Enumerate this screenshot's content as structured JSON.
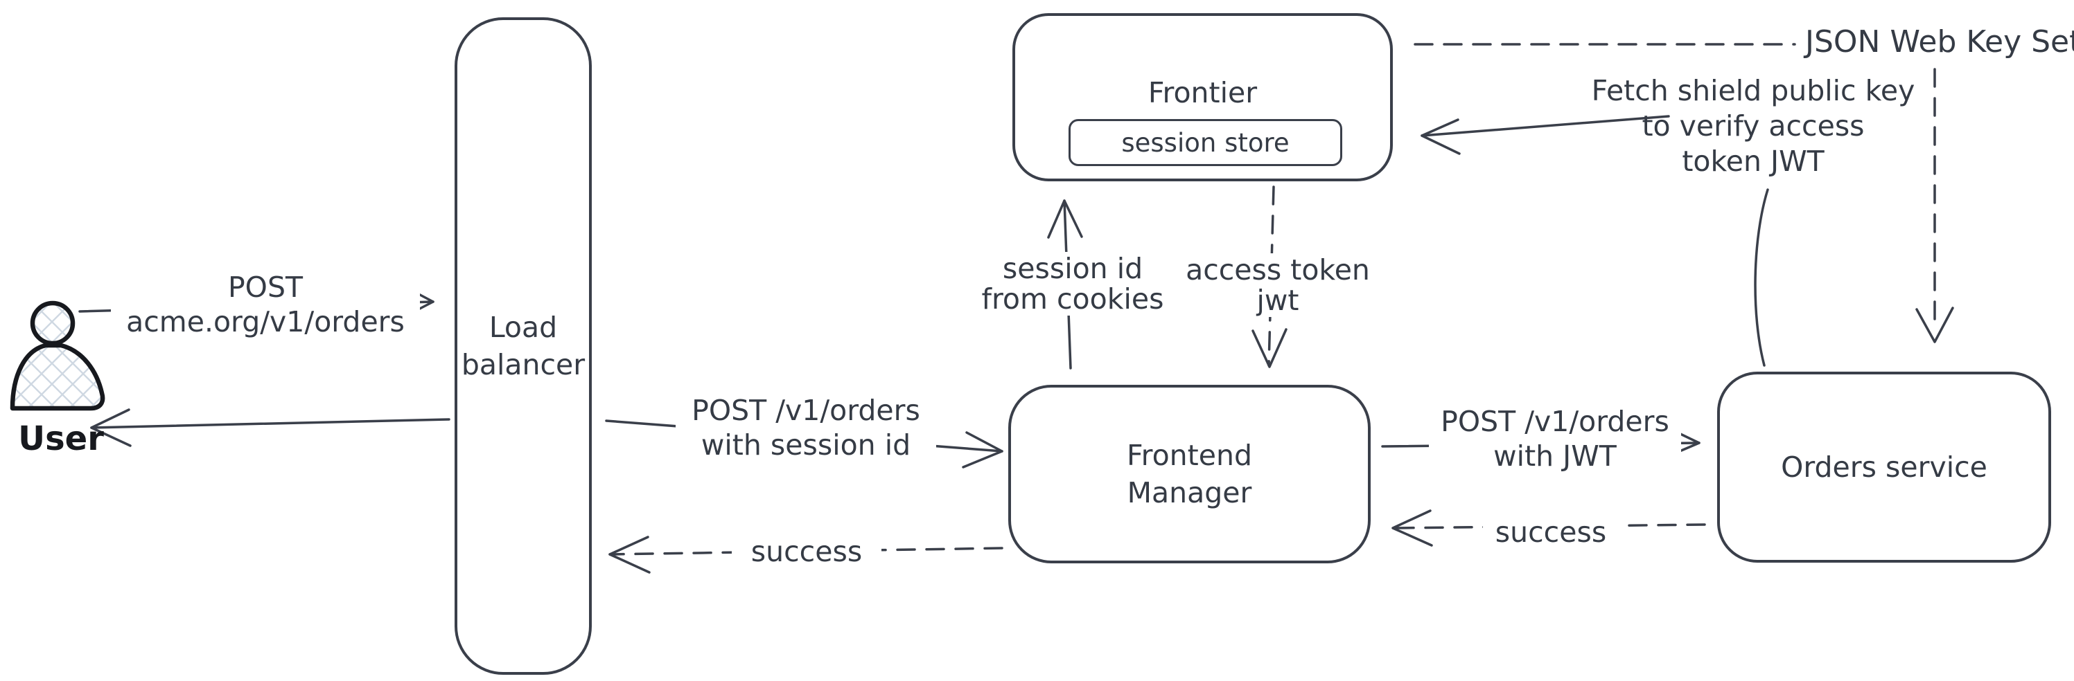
{
  "colors": {
    "stroke": "#3a3f4a",
    "text": "#353b45",
    "user_stroke": "#17191e",
    "hatch_fill": "#cfd8e2",
    "background": "#ffffff"
  },
  "nodes": {
    "user": {
      "label": "User"
    },
    "load_balancer": {
      "lines": [
        "Load",
        "balancer"
      ]
    },
    "frontier": {
      "label": "Frontier"
    },
    "session_store": {
      "label": "session store"
    },
    "frontend_manager": {
      "lines": [
        "Frontend",
        "Manager"
      ]
    },
    "orders_service": {
      "label": "Orders service"
    }
  },
  "edges": {
    "user_to_load_balancer": {
      "style": "solid",
      "lines": [
        "POST",
        "acme.org/v1/orders"
      ]
    },
    "load_balancer_to_user": {
      "style": "solid"
    },
    "load_balancer_to_frontend_manager": {
      "style": "solid",
      "lines": [
        "POST /v1/orders",
        "with session id"
      ]
    },
    "frontend_manager_to_load_balancer": {
      "style": "dashed",
      "label": "success"
    },
    "frontend_manager_to_frontier": {
      "style": "solid",
      "lines": [
        "session id",
        "from cookies"
      ]
    },
    "frontier_to_frontend_manager": {
      "style": "dashed",
      "lines": [
        "access token",
        "jwt"
      ]
    },
    "frontend_manager_to_orders_service": {
      "style": "solid",
      "lines": [
        "POST /v1/orders",
        "with JWT"
      ]
    },
    "orders_service_to_frontend_manager": {
      "style": "dashed",
      "label": "success"
    },
    "orders_service_to_frontier": {
      "style": "solid",
      "lines": [
        "Fetch shield public key",
        "to verify access",
        "token JWT"
      ]
    },
    "frontier_to_orders_service": {
      "style": "dashed",
      "label": "JSON Web Key Set"
    }
  }
}
